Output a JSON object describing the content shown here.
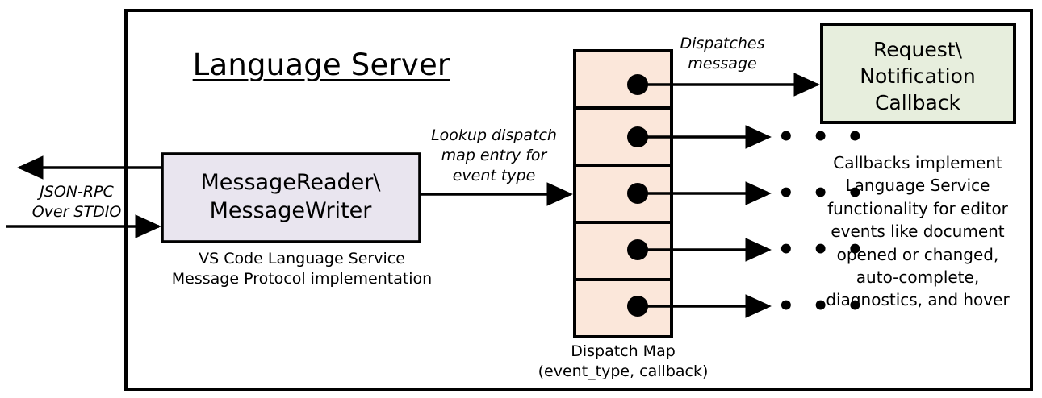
{
  "diagram": {
    "title": "Language Server",
    "outer_border_color": "#000000",
    "background": "#ffffff"
  },
  "external_io": {
    "label": "JSON-RPC\nOver STDIO",
    "outbound_arrow": "arrow-left-out",
    "inbound_arrow": "arrow-right-in"
  },
  "message_io_box": {
    "label": "MessageReader\\\nMessageWriter",
    "fill": "#e9e5ef",
    "stroke": "#000000",
    "caption": "VS Code Language Service\nMessage Protocol implementation"
  },
  "lookup_edge": {
    "label": "Lookup dispatch\nmap entry for\nevent type"
  },
  "dispatch_map": {
    "caption": "Dispatch Map\n(event_type, callback)",
    "fill": "#fbe7da",
    "stroke": "#000000",
    "cell_count": 5,
    "cells": [
      {
        "index": 1,
        "has_dot": true,
        "out_target": "request-notification-callback"
      },
      {
        "index": 2,
        "has_dot": true,
        "out_target": "ellipsis"
      },
      {
        "index": 3,
        "has_dot": true,
        "out_target": "ellipsis"
      },
      {
        "index": 4,
        "has_dot": true,
        "out_target": "ellipsis"
      },
      {
        "index": 5,
        "has_dot": true,
        "out_target": "ellipsis"
      }
    ]
  },
  "dispatch_edge": {
    "label": "Dispatches\nmessage"
  },
  "callback_box": {
    "label": "Request\\\nNotification\nCallback",
    "fill": "#e7eedd",
    "stroke": "#000000"
  },
  "callback_note": {
    "text": "Callbacks implement\nLanguage Service\nfunctionality for editor\nevents like document\nopened or changed,\nauto-complete,\ndiagnostics, and hover"
  },
  "ellipses": {
    "glyph": "• • •",
    "count": 4
  }
}
